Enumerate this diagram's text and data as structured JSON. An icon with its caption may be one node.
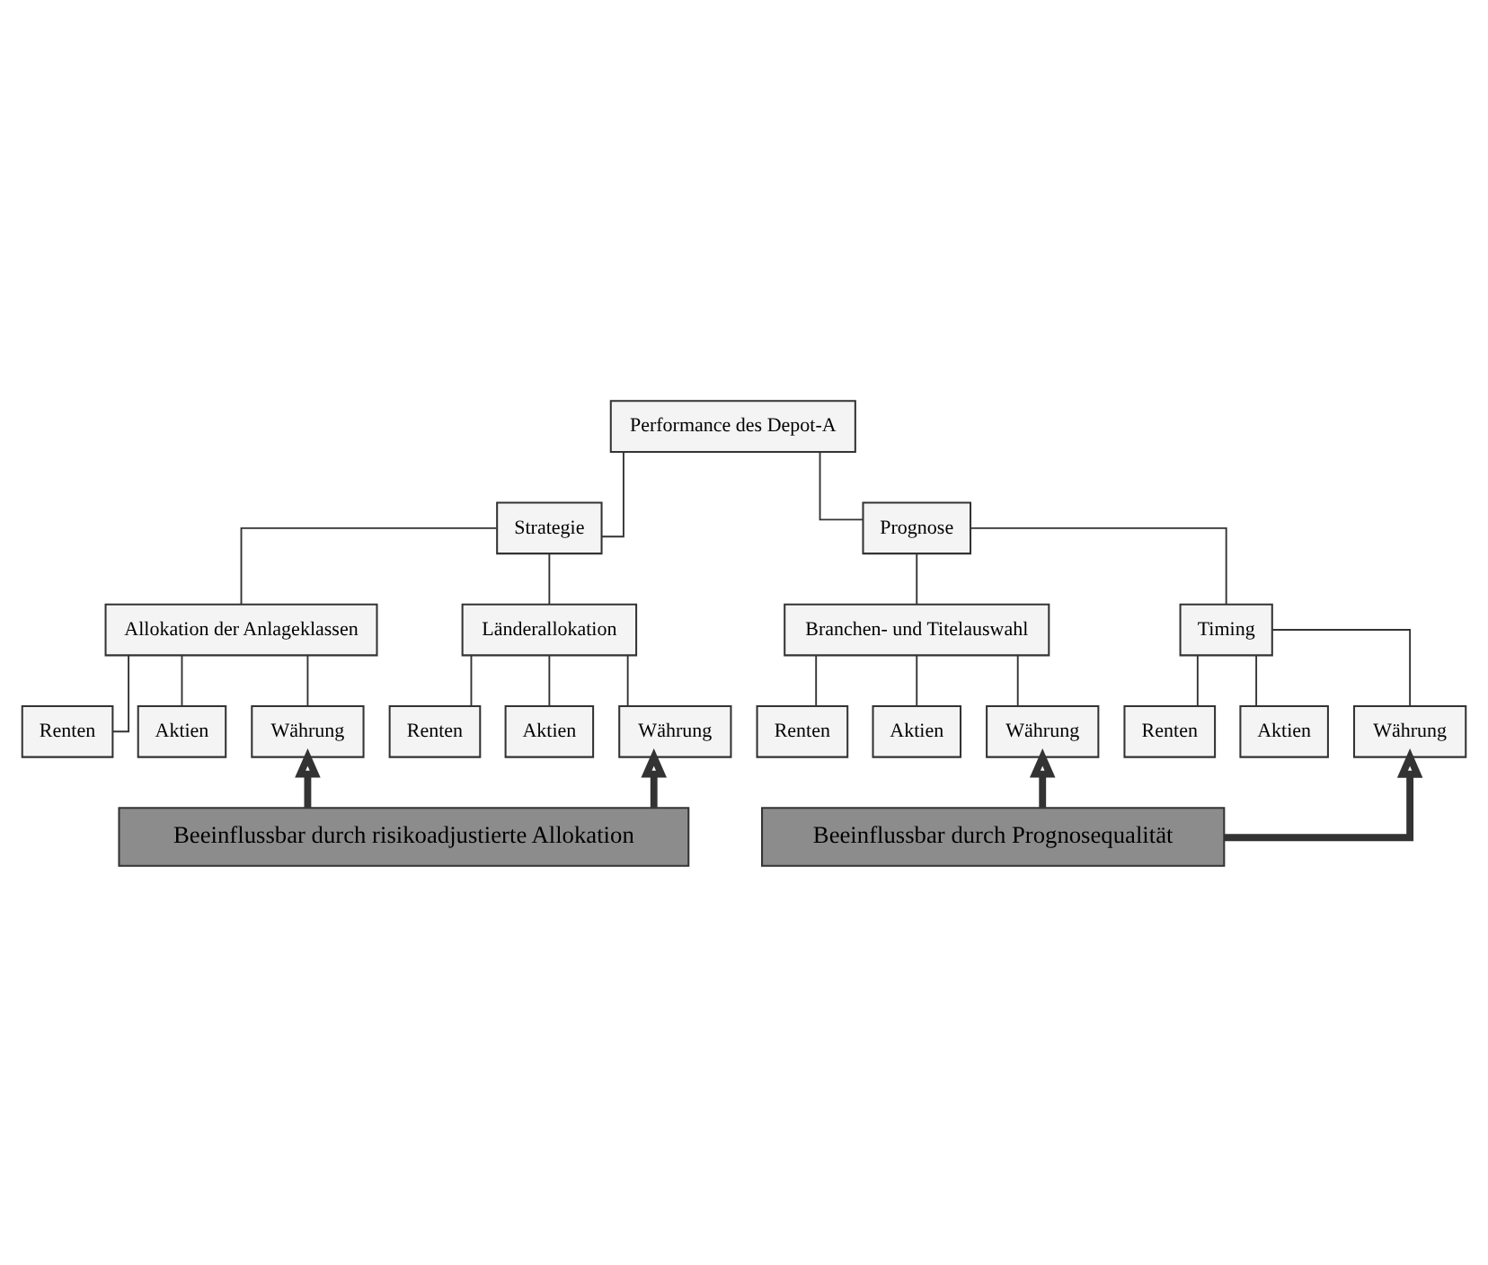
{
  "diagram": {
    "nodes": [
      {
        "text": [
          "Performance des Depot-A"
        ]
      },
      {
        "text": [
          "Strategie"
        ]
      },
      {
        "text": [
          "Prognose"
        ]
      },
      {
        "text": [
          "Allokation der Anlageklassen"
        ]
      },
      {
        "text": [
          "Länderallokation"
        ]
      },
      {
        "text": [
          "Branchen- und Titelauswahl"
        ]
      },
      {
        "text": [
          "Timing"
        ]
      },
      {
        "text": [
          "Renten"
        ]
      },
      {
        "text": [
          "Aktien"
        ]
      },
      {
        "text": [
          "Währung"
        ]
      },
      {
        "text": [
          "Renten"
        ]
      },
      {
        "text": [
          "Aktien"
        ]
      },
      {
        "text": [
          "Währung"
        ]
      },
      {
        "text": [
          "Renten"
        ]
      },
      {
        "text": [
          "Aktien"
        ]
      },
      {
        "text": [
          "Währung"
        ]
      },
      {
        "text": [
          "Renten"
        ]
      },
      {
        "text": [
          "Aktien"
        ]
      },
      {
        "text": [
          "Währung"
        ]
      },
      {
        "text": [
          "Beeinflussbar durch risikoadjustierte Allokation"
        ]
      },
      {
        "text": [
          "Beeinflussbar durch Prognosequalität"
        ]
      }
    ],
    "edges": [
      {
        "from": 0,
        "to": 1,
        "arrow": "none"
      },
      {
        "from": 0,
        "to": 2,
        "arrow": "none"
      },
      {
        "from": 1,
        "to": 3,
        "arrow": "none"
      },
      {
        "from": 1,
        "to": 4,
        "arrow": "none"
      },
      {
        "from": 2,
        "to": 5,
        "arrow": "none"
      },
      {
        "from": 2,
        "to": 6,
        "arrow": "none"
      },
      {
        "from": 3,
        "to": 7,
        "arrow": "none"
      },
      {
        "from": 3,
        "to": 8,
        "arrow": "none"
      },
      {
        "from": 3,
        "to": 9,
        "arrow": "none"
      },
      {
        "from": 4,
        "to": 10,
        "arrow": "none"
      },
      {
        "from": 4,
        "to": 11,
        "arrow": "none"
      },
      {
        "from": 4,
        "to": 12,
        "arrow": "none"
      },
      {
        "from": 5,
        "to": 13,
        "arrow": "none"
      },
      {
        "from": 5,
        "to": 14,
        "arrow": "none"
      },
      {
        "from": 5,
        "to": 15,
        "arrow": "none"
      },
      {
        "from": 6,
        "to": 16,
        "arrow": "none"
      },
      {
        "from": 6,
        "to": 17,
        "arrow": "none"
      },
      {
        "from": 6,
        "to": 18,
        "arrow": "none"
      },
      {
        "from": 19,
        "to": 9,
        "arrow": "to",
        "style": "thick"
      },
      {
        "from": 19,
        "to": 12,
        "arrow": "to",
        "style": "thick"
      },
      {
        "from": 20,
        "to": 15,
        "arrow": "to",
        "style": "thick"
      },
      {
        "from": 20,
        "to": 18,
        "arrow": "to",
        "style": "thick"
      }
    ]
  }
}
